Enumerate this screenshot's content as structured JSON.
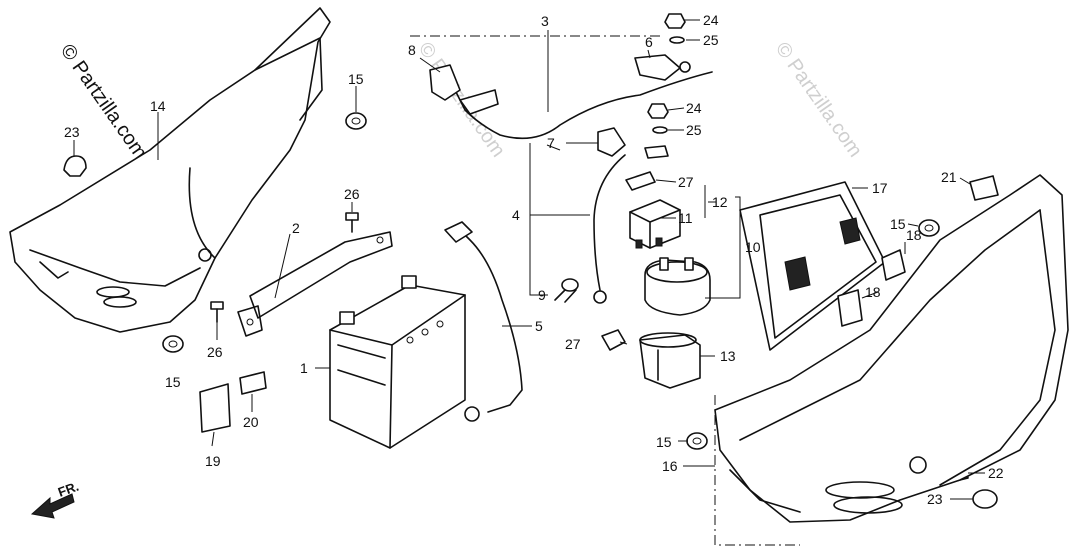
{
  "watermarks": [
    "© Partzilla.com",
    "© Partzilla.com",
    "© Partzilla.com"
  ],
  "direction_label": "FR.",
  "callouts": {
    "n1": "1",
    "n2": "2",
    "n3": "3",
    "n4": "4",
    "n5": "5",
    "n6": "6",
    "n7": "7",
    "n8": "8",
    "n9": "9",
    "n10": "10",
    "n11": "11",
    "n12": "12",
    "n13": "13",
    "n14": "14",
    "n15a": "15",
    "n15b": "15",
    "n15c": "15",
    "n15d": "15",
    "n16": "16",
    "n17": "17",
    "n18a": "18",
    "n18b": "18",
    "n19": "19",
    "n20": "20",
    "n21": "21",
    "n22": "22",
    "n23a": "23",
    "n23b": "23",
    "n24a": "24",
    "n24b": "24",
    "n25a": "25",
    "n25b": "25",
    "n26a": "26",
    "n26b": "26",
    "n27a": "27",
    "n27b": "27"
  }
}
